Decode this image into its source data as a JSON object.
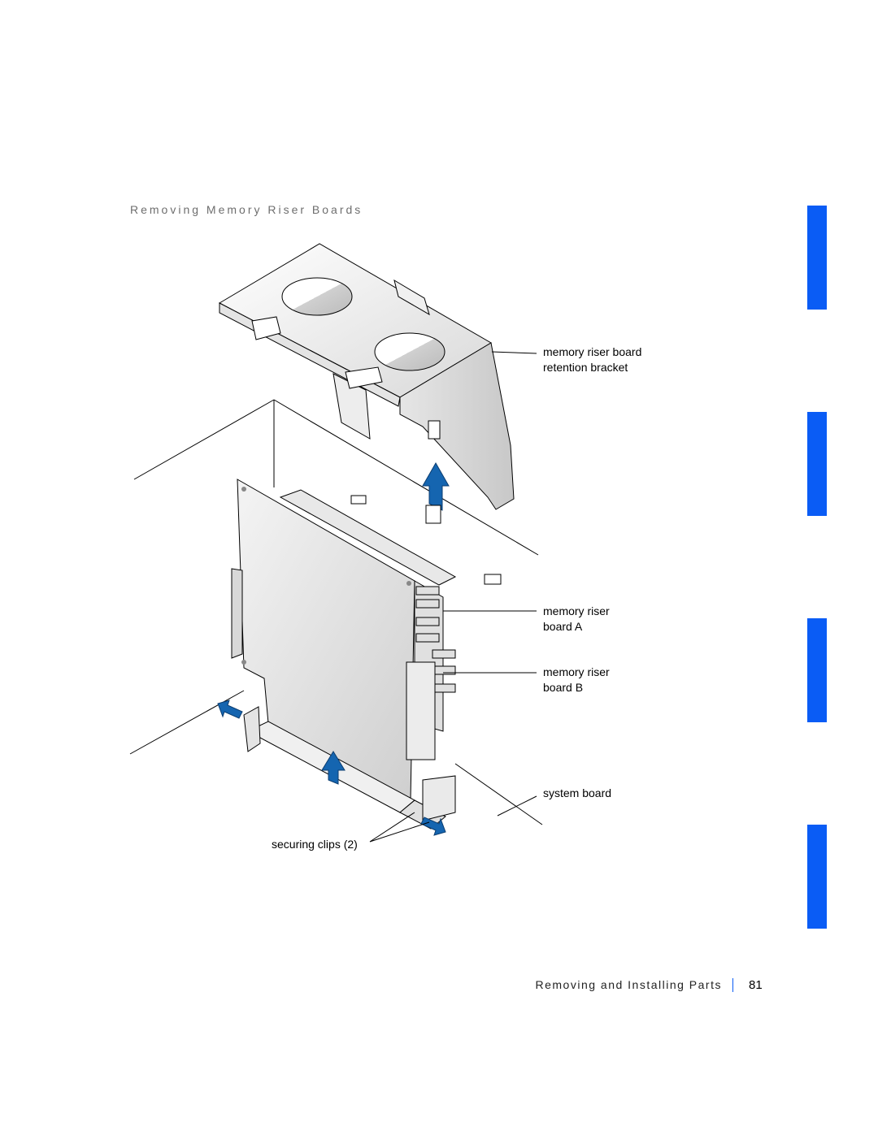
{
  "section_title": "Removing Memory Riser Boards",
  "callouts": {
    "bracket": [
      "memory riser board",
      "retention bracket"
    ],
    "riser_a": [
      "memory riser",
      "board A"
    ],
    "riser_b": [
      "memory riser",
      "board B"
    ],
    "system_board": "system board",
    "securing_clips": "securing clips (2)"
  },
  "footer": {
    "chapter": "Removing and Installing Parts",
    "page_number": "81"
  },
  "colors": {
    "tab_blue": "#0a5cf5",
    "arrow_blue": "#1565b0"
  }
}
